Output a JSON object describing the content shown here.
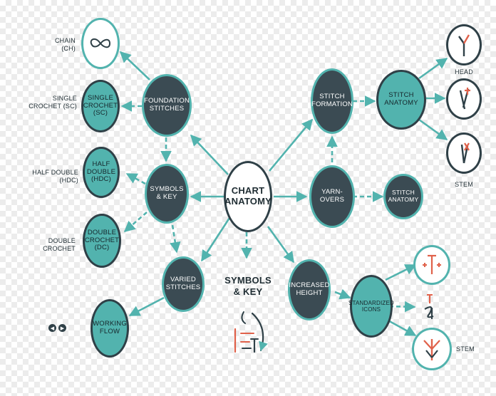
{
  "center": {
    "label": "CHART\nANATOMY"
  },
  "nodes": {
    "foundation": "FOUNDATION\nSTITCHES",
    "symbols_key": "SYMBOLS\n& KEY",
    "varied": "VARIED\nSTITCHES",
    "working_flow": "WORKING\nFLOW",
    "stitch_formation": "STITCH\nFORMATION",
    "stitch_anatomy_top": "STITCH\nANATOMY",
    "yarn_overs": "YARN-\nOVERS",
    "stitch_anatomy_mid": "STITCH\nANATOMY",
    "increased_height": "INCREASED\nHEIGHT",
    "standardized_icons": "STANDARDIZED\nICONS",
    "single_crochet_circle": "SINGLE\nCROCHET\n(SC)",
    "half_double_circle": "HALF\nDOUBLE\n(HDC)",
    "double_crochet_circle": "DOUBLE\nCROCHET\n(DC)"
  },
  "labels": {
    "chain": "CHAIN\n(CH)",
    "single_crochet": "SINGLE\nCROCHET (SC)",
    "half_double": "HALF DOUBLE (HDC)",
    "double_crochet": "DOUBLE CROCHET",
    "head": "HEAD",
    "stem_top": "STEM",
    "stem_bottom": "STEM",
    "symbols_key_floating": "SYMBOLS\n& KEY"
  },
  "icons": {
    "chain": "chain-loop-icon",
    "head": "stitch-head-icon",
    "stem": "stitch-stem-icon",
    "nav": [
      "chevron-left-icon",
      "chevron-right-icon"
    ]
  },
  "colors": {
    "dark": "#3b4b53",
    "teal": "#52b3ae",
    "outline": "#2f4047",
    "accent": "#e0614a"
  }
}
